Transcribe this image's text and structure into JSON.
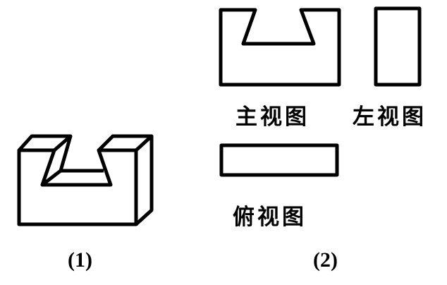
{
  "labels": {
    "front_view": "主视图",
    "left_view": "左视图",
    "top_view": "俯视图",
    "figure1": "(1)",
    "figure2": "(2)"
  }
}
